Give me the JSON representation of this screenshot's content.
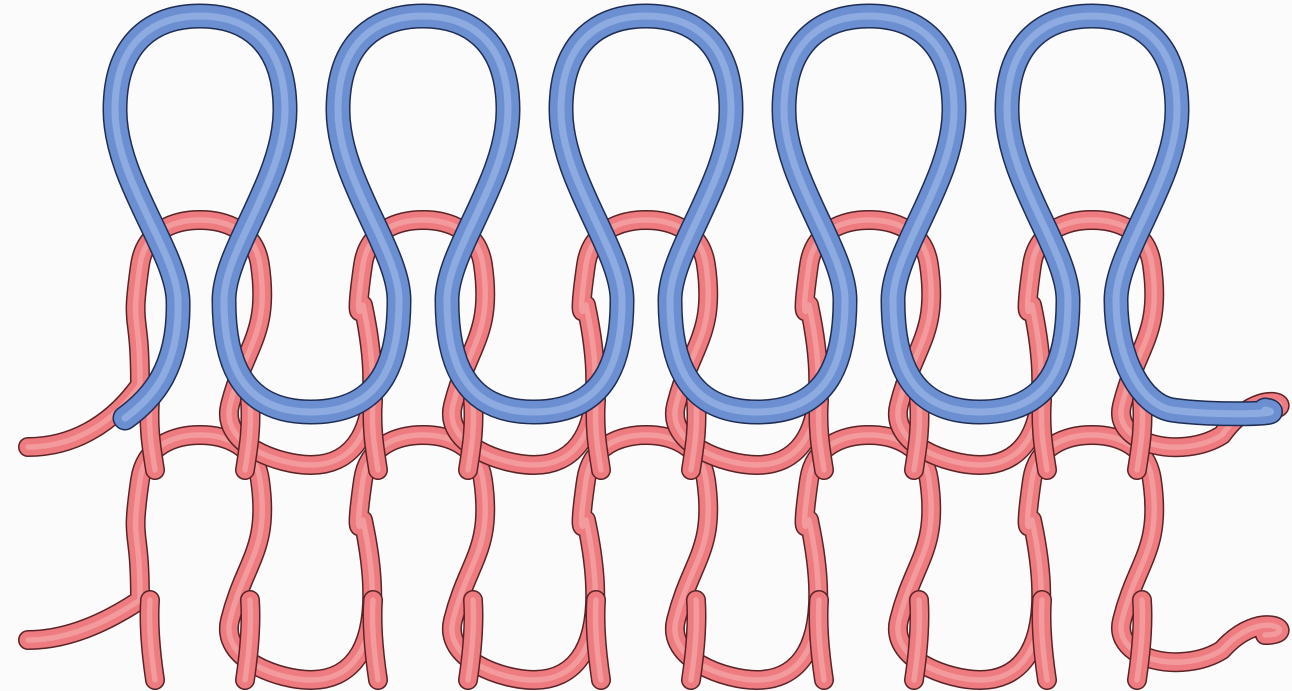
{
  "diagram": {
    "kind": "knitted-loop-structure",
    "background": "#fbfbfb",
    "yarns": [
      {
        "name": "upper-course",
        "fill": "#6b8fd1",
        "highlight": "#a9c2ee",
        "outline": "#1f2d52",
        "loops": 5
      },
      {
        "name": "middle-course",
        "fill": "#ee7b80",
        "highlight": "#f8b4b5",
        "outline": "#5a2326",
        "loops": 5
      },
      {
        "name": "lower-course",
        "fill": "#ee7b80",
        "highlight": "#f8b4b5",
        "outline": "#5a2326",
        "loops": 5
      }
    ]
  }
}
